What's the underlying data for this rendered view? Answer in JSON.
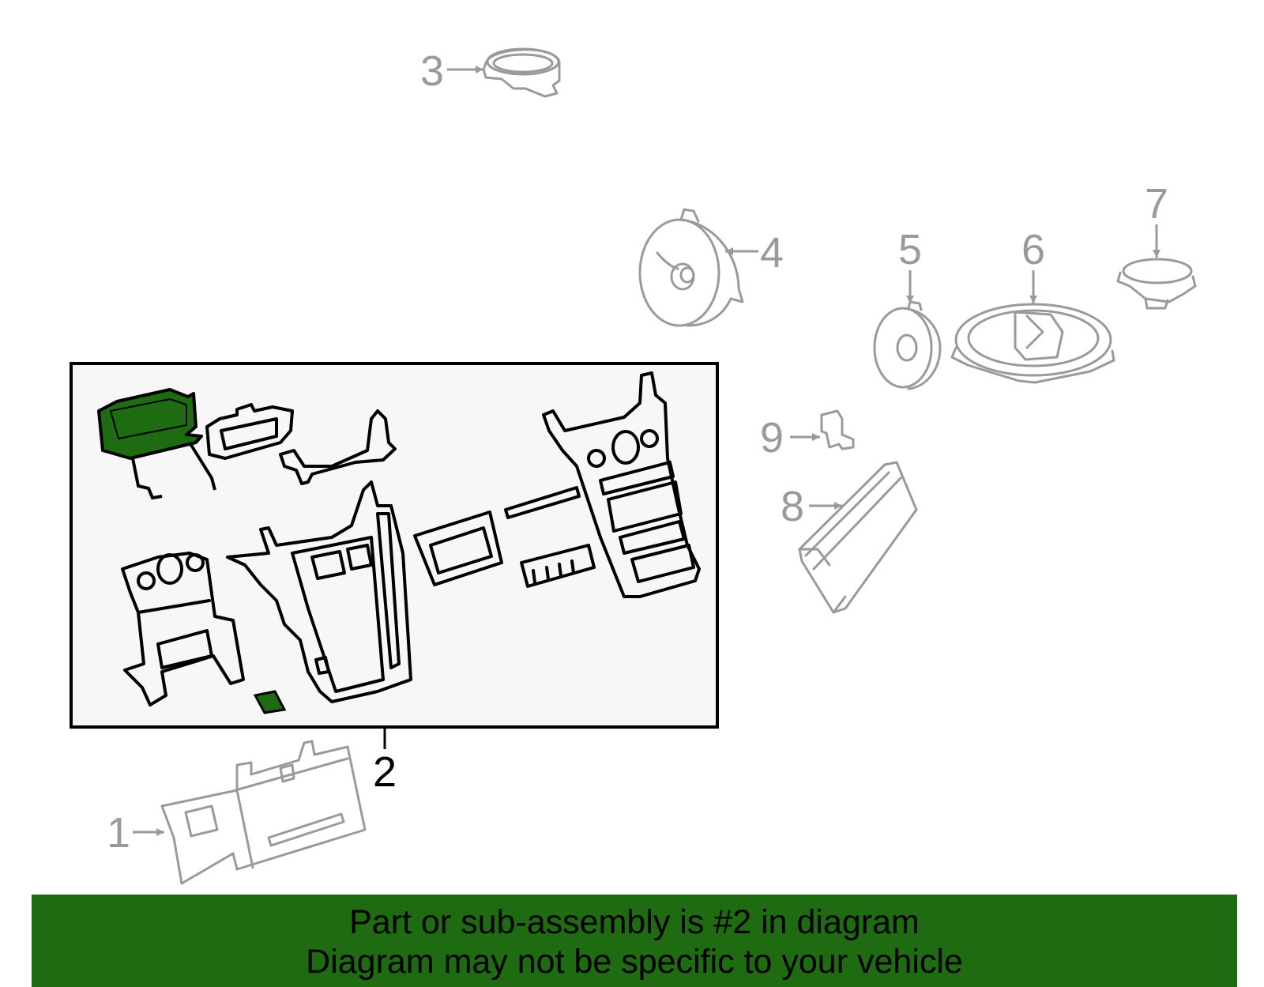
{
  "diagram": {
    "callouts": {
      "c1": "1",
      "c2": "2",
      "c3": "3",
      "c4": "4",
      "c5": "5",
      "c6": "6",
      "c7": "7",
      "c8": "8",
      "c9": "9"
    },
    "highlighted_callout": "2",
    "colors": {
      "highlight": "#1f6b12",
      "part_outline_gray": "#9a9a9a",
      "part_outline_black": "#000000",
      "inset_background": "#f7f7f7"
    }
  },
  "banner": {
    "line1": "Part or sub-assembly is #2 in diagram",
    "line2": "Diagram may not be specific to your vehicle"
  }
}
